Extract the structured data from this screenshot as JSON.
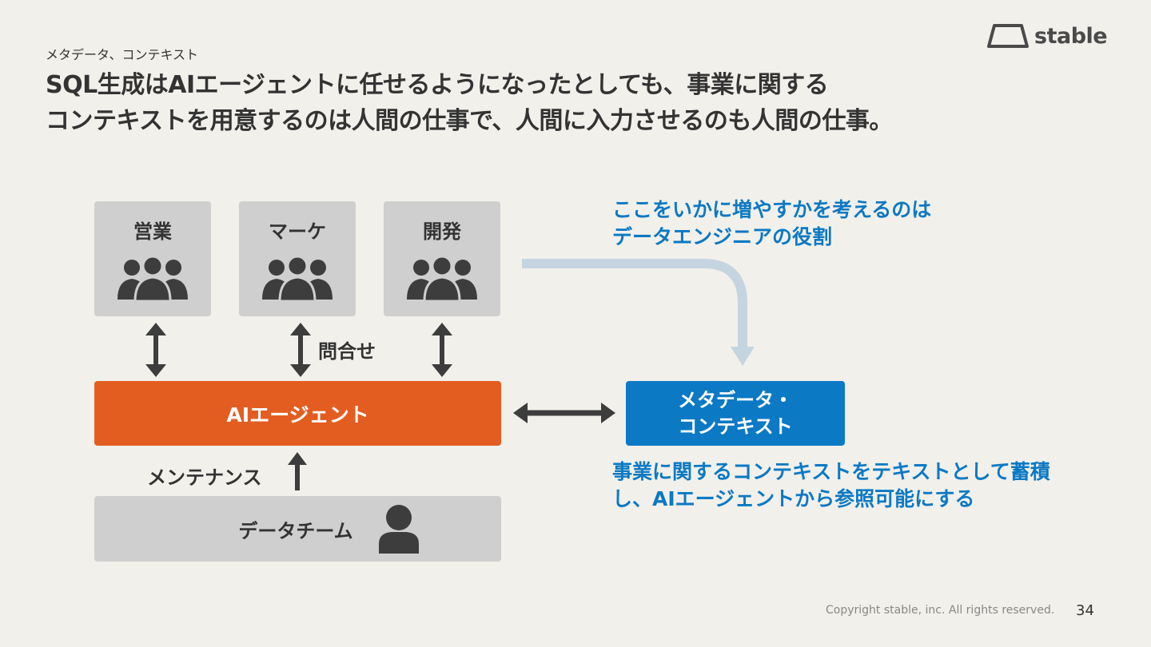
{
  "header": {
    "section_label": "メタデータ、コンテキスト",
    "headline_line1": "SQL生成はAIエージェントに任せるようになったとしても、事業に関する",
    "headline_line2": "コンテキストを用意するのは人間の仕事で、人間に入力させるのも人間の仕事。"
  },
  "logo": {
    "text": "stable"
  },
  "diagram": {
    "departments": [
      "営業",
      "マーケ",
      "開発"
    ],
    "inquiry_label": "問合せ",
    "agent_label": "AIエージェント",
    "maintenance_label": "メンテナンス",
    "team_label": "データチーム",
    "metadata_label_line1": "メタデータ・",
    "metadata_label_line2": "コンテキスト",
    "top_note_line1": "ここをいかに増やすかを考えるのは",
    "top_note_line2": "データエンジニアの役割",
    "bottom_note_line1": "事業に関するコンテキストをテキストとして蓄積",
    "bottom_note_line2": "し、AIエージェントから参照可能にする"
  },
  "footer": {
    "copyright": "Copyright stable, inc. All rights reserved.",
    "page_number": "34"
  },
  "colors": {
    "background": "#f2f0eb",
    "agent_orange": "#e35d21",
    "metadata_blue": "#0b79c4",
    "box_gray": "#cfcfcf",
    "flow_arrow_light_blue": "#c5d5df",
    "text_dark": "#333333"
  },
  "icons": [
    "group-icon",
    "person-icon",
    "stable-logo-icon"
  ]
}
